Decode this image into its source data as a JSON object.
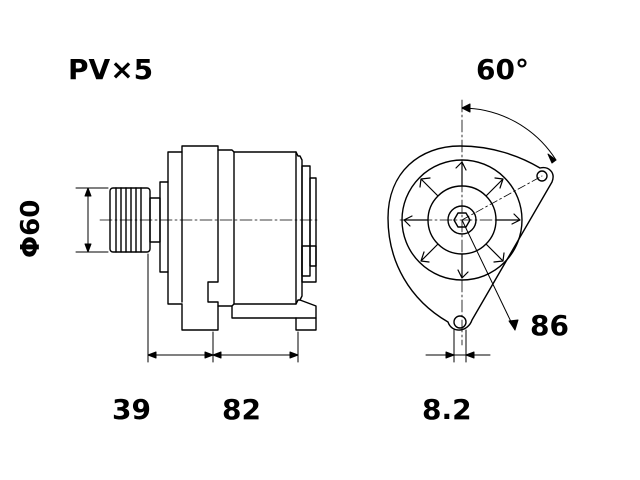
{
  "labels": {
    "pulley": "PV×5",
    "angle": "60°",
    "diameter": "Φ60",
    "dim_39": "39",
    "dim_82": "82",
    "dim_8_2": "8.2",
    "dim_86": "86"
  },
  "colors": {
    "line": "#000000",
    "background": "#ffffff"
  }
}
